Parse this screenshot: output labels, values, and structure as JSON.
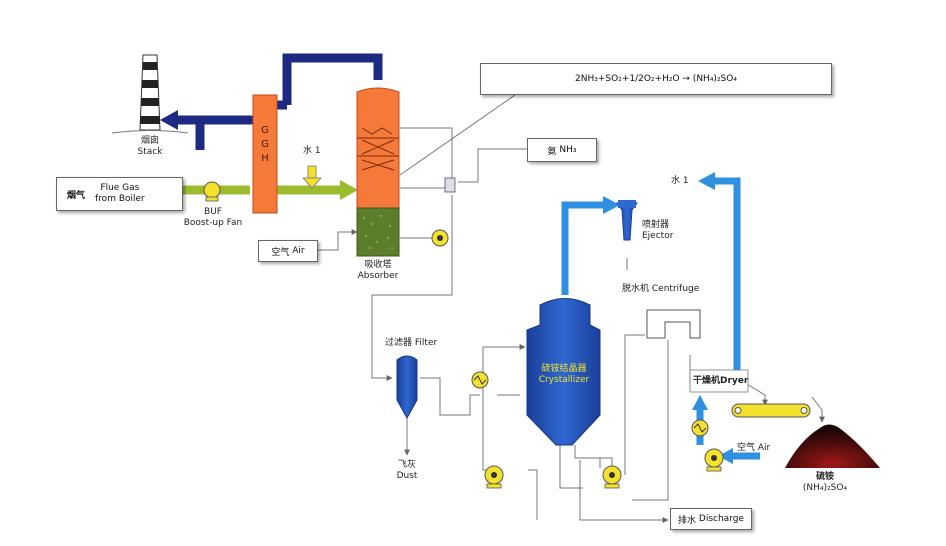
{
  "equation": "2NH₃+SO₂+1/2O₂+H₂O → (NH₄)₂SO₄",
  "labels": {
    "flue_gas_cn": "烟气",
    "flue_gas_en": "Flue Gas",
    "flue_gas_en2": "from Boiler",
    "stack_cn": "烟囱",
    "stack_en": "Stack",
    "buf_cn": "BUF",
    "buf_en": "Boost-up Fan",
    "ggh": "GGH",
    "water_1": "水 1",
    "water_2": "水 1",
    "absorber_cn": "吸收塔",
    "absorber_en": "Absorber",
    "air_cn": "空气",
    "air_en": "Air",
    "nh3_cn": "氨",
    "nh3_en": "NH₃",
    "ejector_cn": "喷射器",
    "ejector_en": "Ejector",
    "centrifuge_cn": "脱水机",
    "centrifuge_en": "Centrifuge",
    "filter_cn": "过滤器",
    "filter_en": "Filter",
    "crystallizer_cn": "硫铵结晶器",
    "crystallizer_en": "Crystallizer",
    "dryer_cn": "干燥机",
    "dryer_en": "Dryer",
    "air2_cn": "空气",
    "air2_en": "Air",
    "dust_cn": "飞灰",
    "dust_en": "Dust",
    "product_cn": "硫铵",
    "product_en": "(NH₄)₂SO₄",
    "discharge_cn": "排水",
    "discharge_en": "Discharge"
  },
  "colors": {
    "flue_gas_green": "#9dbb2f",
    "clean_gas_navy": "#1e2a82",
    "vapor_blue": "#2f8fe0",
    "absorber_orange": "#f57a3a",
    "absorber_packing": "#5c7d2a",
    "pump_yellow": "#f3e12b",
    "crystallizer_blue": "#1f56b8",
    "product_dark": "#3a0c0c"
  }
}
